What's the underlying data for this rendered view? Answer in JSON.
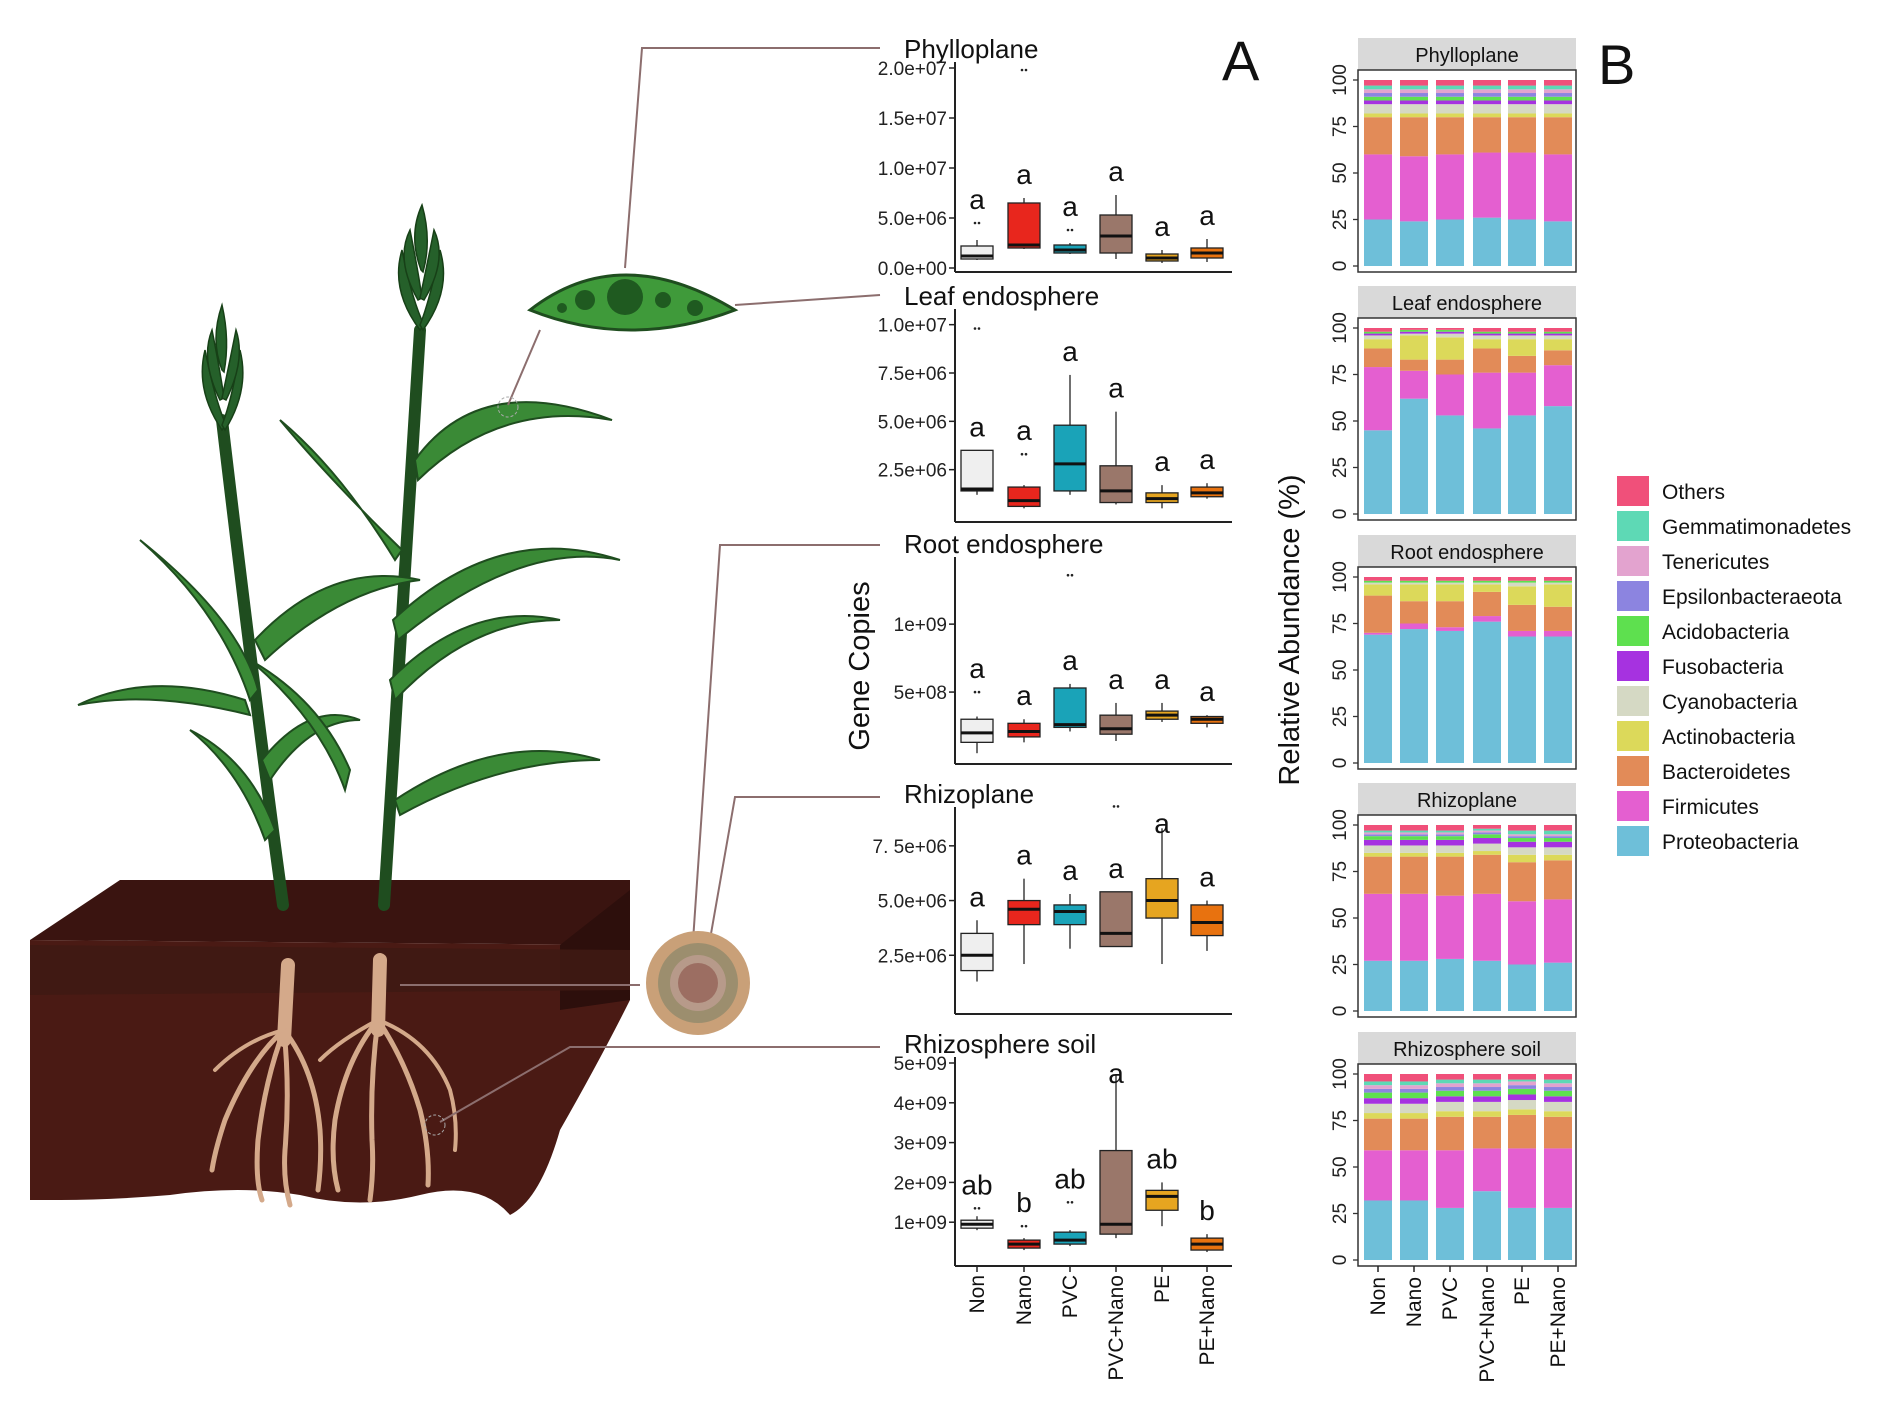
{
  "panel_a": {
    "letter": "A",
    "ylabel": "Gene Copies",
    "treatments": [
      "Non",
      "Nano",
      "PVC",
      "PVC+Nano",
      "PE",
      "PE+Nano"
    ],
    "fills": [
      "#efefef",
      "#e8261d",
      "#1aa3b8",
      "#9a776a",
      "#e6a520",
      "#e8720f"
    ]
  },
  "panel_b": {
    "letter": "B",
    "ylabel": "Relative Abundance (%)",
    "treatments": [
      "Non",
      "Nano",
      "PVC",
      "PVC+Nano",
      "PE",
      "PE+Nano"
    ]
  },
  "legend": {
    "items": [
      {
        "label": "Others",
        "color": "#f0507a"
      },
      {
        "label": "Gemmatimonadetes",
        "color": "#5ed9b5"
      },
      {
        "label": "Tenericutes",
        "color": "#e3a3cf"
      },
      {
        "label": "Epsilonbacteraeota",
        "color": "#8c84e0"
      },
      {
        "label": "Acidobacteria",
        "color": "#5ee04f"
      },
      {
        "label": "Fusobacteria",
        "color": "#a632e0"
      },
      {
        "label": "Cyanobacteria",
        "color": "#d5d9c4"
      },
      {
        "label": "Actinobacteria",
        "color": "#dcd95a"
      },
      {
        "label": "Bacteroidetes",
        "color": "#e28b58"
      },
      {
        "label": "Firmicutes",
        "color": "#e45fd0"
      },
      {
        "label": "Proteobacteria",
        "color": "#6ebfd9"
      }
    ]
  },
  "chart_data": [
    {
      "type": "box",
      "title": "Phylloplane",
      "ylabel": "Gene Copies",
      "ylim": [
        0,
        20000000
      ],
      "ticks": [
        "2.0e+07",
        "1.5e+07",
        "1.0e+07",
        "5.0e+06",
        "0.0e+00"
      ],
      "tick_values": [
        20000000,
        15000000,
        10000000,
        5000000,
        0
      ],
      "categories": [
        "Non",
        "Nano",
        "PVC",
        "PVC+Nano",
        "PE",
        "PE+Nano"
      ],
      "boxes": [
        {
          "min": 800000,
          "q1": 900000,
          "median": 1200000,
          "q3": 2200000,
          "max": 2800000
        },
        {
          "min": 1900000,
          "q1": 2000000,
          "median": 2300000,
          "q3": 6500000,
          "max": 7000000
        },
        {
          "min": 1400000,
          "q1": 1500000,
          "median": 1800000,
          "q3": 2300000,
          "max": 2500000
        },
        {
          "min": 900000,
          "q1": 1500000,
          "median": 3200000,
          "q3": 5300000,
          "max": 7300000
        },
        {
          "min": 500000,
          "q1": 700000,
          "median": 1000000,
          "q3": 1400000,
          "max": 1800000
        },
        {
          "min": 600000,
          "q1": 1000000,
          "median": 1500000,
          "q3": 2000000,
          "max": 2900000
        }
      ],
      "outliers": [
        [
          4500000
        ],
        [
          19800000
        ],
        [
          3800000
        ],
        [],
        [],
        []
      ],
      "letters": [
        "a",
        "a",
        "a",
        "a",
        "a",
        "a"
      ]
    },
    {
      "type": "box",
      "title": "Leaf endosphere",
      "ylabel": "Gene Copies",
      "ylim": [
        0,
        10500000
      ],
      "ticks": [
        "1.0e+07",
        "7.5e+06",
        "5.0e+06",
        "2.5e+06"
      ],
      "tick_values": [
        10000000,
        7500000,
        5000000,
        2500000
      ],
      "categories": [
        "Non",
        "Nano",
        "PVC",
        "PVC+Nano",
        "PE",
        "PE+Nano"
      ],
      "boxes": [
        {
          "min": 1200000,
          "q1": 1400000,
          "median": 1500000,
          "q3": 3500000,
          "max": 3500000
        },
        {
          "min": 500000,
          "q1": 600000,
          "median": 900000,
          "q3": 1600000,
          "max": 1700000
        },
        {
          "min": 1200000,
          "q1": 1400000,
          "median": 2800000,
          "q3": 4800000,
          "max": 7400000
        },
        {
          "min": 700000,
          "q1": 800000,
          "median": 1400000,
          "q3": 2700000,
          "max": 5500000
        },
        {
          "min": 500000,
          "q1": 800000,
          "median": 1000000,
          "q3": 1300000,
          "max": 1700000
        },
        {
          "min": 1000000,
          "q1": 1100000,
          "median": 1300000,
          "q3": 1600000,
          "max": 1800000
        }
      ],
      "outliers": [
        [
          9800000
        ],
        [
          3300000
        ],
        [],
        [],
        [],
        []
      ],
      "letters": [
        "a",
        "a",
        "a",
        "a",
        "a",
        "a"
      ]
    },
    {
      "type": "box",
      "title": "Root endosphere",
      "ylabel": "Gene Copies",
      "ylim": [
        0,
        1450000000
      ],
      "ticks": [
        "1e+09",
        "5e+08"
      ],
      "tick_values": [
        1000000000,
        500000000
      ],
      "categories": [
        "Non",
        "Nano",
        "PVC",
        "PVC+Nano",
        "PE",
        "PE+Nano"
      ],
      "boxes": [
        {
          "min": 50000000,
          "q1": 130000000,
          "median": 200000000,
          "q3": 300000000,
          "max": 320000000
        },
        {
          "min": 130000000,
          "q1": 170000000,
          "median": 210000000,
          "q3": 270000000,
          "max": 300000000
        },
        {
          "min": 210000000,
          "q1": 240000000,
          "median": 260000000,
          "q3": 530000000,
          "max": 560000000
        },
        {
          "min": 140000000,
          "q1": 190000000,
          "median": 230000000,
          "q3": 330000000,
          "max": 420000000
        },
        {
          "min": 280000000,
          "q1": 300000000,
          "median": 330000000,
          "q3": 360000000,
          "max": 420000000
        },
        {
          "min": 240000000,
          "q1": 270000000,
          "median": 300000000,
          "q3": 320000000,
          "max": 330000000
        }
      ],
      "outliers": [
        [
          500000000
        ],
        [],
        [
          1360000000
        ],
        [],
        [],
        []
      ],
      "letters": [
        "a",
        "a",
        "a",
        "a",
        "a",
        "a"
      ]
    },
    {
      "type": "box",
      "title": "Rhizoplane",
      "ylabel": "Gene Copies",
      "ylim": [
        0,
        9000000
      ],
      "ticks": [
        "7. 5e+06",
        "5.0e+06",
        "2.5e+06"
      ],
      "tick_values": [
        7500000,
        5000000,
        2500000
      ],
      "categories": [
        "Non",
        "Nano",
        "PVC",
        "PVC+Nano",
        "PE",
        "PE+Nano"
      ],
      "boxes": [
        {
          "min": 1300000,
          "q1": 1800000,
          "median": 2500000,
          "q3": 3500000,
          "max": 4100000
        },
        {
          "min": 2100000,
          "q1": 3900000,
          "median": 4600000,
          "q3": 5000000,
          "max": 6000000
        },
        {
          "min": 2800000,
          "q1": 3900000,
          "median": 4500000,
          "q3": 4800000,
          "max": 5300000
        },
        {
          "min": 2900000,
          "q1": 2900000,
          "median": 3500000,
          "q3": 5400000,
          "max": 5400000
        },
        {
          "min": 2100000,
          "q1": 4200000,
          "median": 5000000,
          "q3": 6000000,
          "max": 8300000
        },
        {
          "min": 2700000,
          "q1": 3400000,
          "median": 4000000,
          "q3": 4800000,
          "max": 5000000
        }
      ],
      "outliers": [
        [],
        [],
        [],
        [
          9300000
        ],
        [],
        []
      ],
      "letters": [
        "a",
        "a",
        "a",
        "a",
        "a",
        "a"
      ]
    },
    {
      "type": "box",
      "title": "Rhizosphere soil",
      "ylabel": "Gene Copies",
      "ylim": [
        0,
        5000000000
      ],
      "ticks": [
        "5e+09",
        "4e+09",
        "3e+09",
        "2e+09",
        "1e+09"
      ],
      "tick_values": [
        5000000000,
        4000000000,
        3000000000,
        2000000000,
        1000000000
      ],
      "categories": [
        "Non",
        "Nano",
        "PVC",
        "PVC+Nano",
        "PE",
        "PE+Nano"
      ],
      "boxes": [
        {
          "min": 800000000,
          "q1": 850000000,
          "median": 950000000,
          "q3": 1050000000,
          "max": 1150000000
        },
        {
          "min": 300000000,
          "q1": 350000000,
          "median": 450000000,
          "q3": 550000000,
          "max": 600000000
        },
        {
          "min": 400000000,
          "q1": 450000000,
          "median": 550000000,
          "q3": 750000000,
          "max": 800000000
        },
        {
          "min": 600000000,
          "q1": 700000000,
          "median": 950000000,
          "q3": 2800000000,
          "max": 4700000000
        },
        {
          "min": 900000000,
          "q1": 1300000000,
          "median": 1650000000,
          "q3": 1800000000,
          "max": 2000000000
        },
        {
          "min": 250000000,
          "q1": 300000000,
          "median": 450000000,
          "q3": 600000000,
          "max": 700000000
        }
      ],
      "outliers": [
        [
          1350000000
        ],
        [
          900000000
        ],
        [
          1500000000
        ],
        [],
        [],
        []
      ],
      "letters": [
        "ab",
        "b",
        "ab",
        "a",
        "ab",
        "b"
      ]
    },
    {
      "type": "stacked-bar",
      "title": "Phylloplane",
      "ylabel": "Relative Abundance (%)",
      "ylim": [
        0,
        100
      ],
      "y_ticks": [
        "0",
        "25",
        "50",
        "75",
        "100"
      ],
      "categories": [
        "Non",
        "Nano",
        "PVC",
        "PVC+Nano",
        "PE",
        "PE+Nano"
      ],
      "stack_order": [
        "Proteobacteria",
        "Firmicutes",
        "Bacteroidetes",
        "Actinobacteria",
        "Cyanobacteria",
        "Fusobacteria",
        "Acidobacteria",
        "Epsilonbacteraeota",
        "Tenericutes",
        "Gemmatimonadetes",
        "Others"
      ],
      "values": [
        [
          25,
          35,
          20,
          2,
          5,
          2,
          2,
          2,
          2,
          2,
          3
        ],
        [
          24,
          35,
          21,
          2,
          5,
          2,
          2,
          2,
          2,
          2,
          3
        ],
        [
          25,
          35,
          20,
          2,
          5,
          2,
          2,
          2,
          2,
          2,
          3
        ],
        [
          26,
          35,
          19,
          2,
          5,
          2,
          2,
          2,
          2,
          2,
          3
        ],
        [
          25,
          36,
          19,
          2,
          5,
          2,
          2,
          2,
          2,
          2,
          3
        ],
        [
          24,
          36,
          20,
          2,
          5,
          2,
          2,
          2,
          2,
          2,
          3
        ]
      ]
    },
    {
      "type": "stacked-bar",
      "title": "Leaf endosphere",
      "ylabel": "Relative Abundance (%)",
      "ylim": [
        0,
        100
      ],
      "y_ticks": [
        "0",
        "25",
        "50",
        "75",
        "100"
      ],
      "categories": [
        "Non",
        "Nano",
        "PVC",
        "PVC+Nano",
        "PE",
        "PE+Nano"
      ],
      "stack_order": [
        "Proteobacteria",
        "Firmicutes",
        "Bacteroidetes",
        "Actinobacteria",
        "Cyanobacteria",
        "Fusobacteria",
        "Acidobacteria",
        "Epsilonbacteraeota",
        "Tenericutes",
        "Gemmatimonadetes",
        "Others"
      ],
      "values": [
        [
          45,
          34,
          10,
          5,
          2,
          1,
          1,
          0,
          0,
          0,
          2
        ],
        [
          62,
          15,
          6,
          13,
          1,
          1,
          1,
          0,
          0,
          0,
          1
        ],
        [
          53,
          22,
          8,
          12,
          2,
          1,
          1,
          0,
          0,
          0,
          1
        ],
        [
          46,
          30,
          13,
          5,
          2,
          1,
          1,
          0,
          0,
          0,
          2
        ],
        [
          53,
          23,
          9,
          9,
          2,
          1,
          1,
          0,
          0,
          0,
          2
        ],
        [
          58,
          22,
          8,
          6,
          2,
          1,
          1,
          0,
          0,
          0,
          2
        ]
      ]
    },
    {
      "type": "stacked-bar",
      "title": "Root endosphere",
      "ylabel": "Relative Abundance (%)",
      "ylim": [
        0,
        100
      ],
      "y_ticks": [
        "0",
        "25",
        "50",
        "75",
        "100"
      ],
      "categories": [
        "Non",
        "Nano",
        "PVC",
        "PVC+Nano",
        "PE",
        "PE+Nano"
      ],
      "stack_order": [
        "Proteobacteria",
        "Firmicutes",
        "Bacteroidetes",
        "Actinobacteria",
        "Cyanobacteria",
        "Fusobacteria",
        "Acidobacteria",
        "Epsilonbacteraeota",
        "Tenericutes",
        "Gemmatimonadetes",
        "Others"
      ],
      "values": [
        [
          69,
          1,
          20,
          6,
          1,
          0,
          1,
          0,
          0,
          0,
          2
        ],
        [
          72,
          3,
          12,
          9,
          1,
          0,
          1,
          0,
          0,
          0,
          2
        ],
        [
          71,
          2,
          14,
          9,
          1,
          0,
          1,
          0,
          0,
          0,
          2
        ],
        [
          76,
          3,
          13,
          4,
          1,
          0,
          1,
          0,
          0,
          0,
          2
        ],
        [
          68,
          3,
          14,
          10,
          2,
          0,
          1,
          0,
          0,
          0,
          2
        ],
        [
          68,
          3,
          13,
          12,
          1,
          0,
          1,
          0,
          0,
          0,
          2
        ]
      ]
    },
    {
      "type": "stacked-bar",
      "title": "Rhizoplane",
      "ylabel": "Relative Abundance (%)",
      "ylim": [
        0,
        100
      ],
      "y_ticks": [
        "0",
        "25",
        "50",
        "75",
        "100"
      ],
      "categories": [
        "Non",
        "Nano",
        "PVC",
        "PVC+Nano",
        "PE",
        "PE+Nano"
      ],
      "stack_order": [
        "Proteobacteria",
        "Firmicutes",
        "Bacteroidetes",
        "Actinobacteria",
        "Cyanobacteria",
        "Fusobacteria",
        "Acidobacteria",
        "Epsilonbacteraeota",
        "Tenericutes",
        "Gemmatimonadetes",
        "Others"
      ],
      "values": [
        [
          27,
          36,
          20,
          2,
          4,
          3,
          2,
          1,
          1,
          1,
          3
        ],
        [
          27,
          36,
          20,
          2,
          4,
          3,
          2,
          1,
          1,
          1,
          3
        ],
        [
          28,
          34,
          21,
          2,
          4,
          3,
          2,
          1,
          1,
          1,
          3
        ],
        [
          27,
          36,
          21,
          2,
          4,
          3,
          2,
          1,
          1,
          1,
          2
        ],
        [
          25,
          34,
          21,
          4,
          4,
          3,
          2,
          1,
          1,
          2,
          3
        ],
        [
          26,
          34,
          21,
          3,
          4,
          3,
          2,
          1,
          1,
          2,
          3
        ]
      ]
    },
    {
      "type": "stacked-bar",
      "title": "Rhizosphere soil",
      "ylabel": "Relative Abundance (%)",
      "ylim": [
        0,
        100
      ],
      "y_ticks": [
        "0",
        "25",
        "50",
        "75",
        "100"
      ],
      "categories": [
        "Non",
        "Nano",
        "PVC",
        "PVC+Nano",
        "PE",
        "PE+Nano"
      ],
      "stack_order": [
        "Proteobacteria",
        "Firmicutes",
        "Bacteroidetes",
        "Actinobacteria",
        "Cyanobacteria",
        "Fusobacteria",
        "Acidobacteria",
        "Epsilonbacteraeota",
        "Tenericutes",
        "Gemmatimonadetes",
        "Others"
      ],
      "values": [
        [
          32,
          27,
          17,
          3,
          5,
          3,
          3,
          2,
          2,
          2,
          4
        ],
        [
          32,
          27,
          17,
          3,
          5,
          3,
          3,
          2,
          2,
          2,
          4
        ],
        [
          28,
          31,
          18,
          3,
          5,
          3,
          3,
          2,
          2,
          2,
          3
        ],
        [
          37,
          23,
          17,
          3,
          5,
          3,
          3,
          2,
          2,
          2,
          3
        ],
        [
          28,
          32,
          18,
          3,
          5,
          3,
          3,
          2,
          2,
          1,
          3
        ],
        [
          28,
          32,
          17,
          3,
          5,
          3,
          3,
          2,
          2,
          2,
          3
        ]
      ]
    }
  ]
}
